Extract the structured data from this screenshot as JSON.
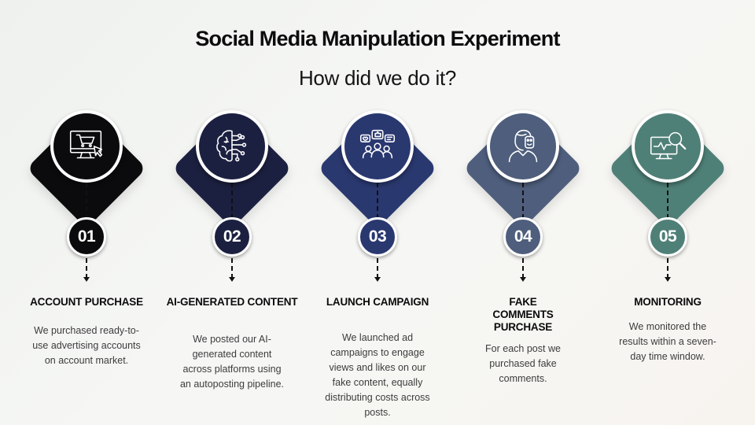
{
  "header": {
    "title": "Social Media Manipulation Experiment",
    "subtitle": "How did we do it?"
  },
  "steps": [
    {
      "number": "01",
      "title": "ACCOUNT PURCHASE",
      "description": "We purchased ready-to-use advertising accounts on account market.",
      "color": "#0b0b0d",
      "icon": "shopping-cart-monitor-icon"
    },
    {
      "number": "02",
      "title": "AI-GENERATED CONTENT",
      "description": "We posted our AI-generated content across platforms using an autoposting pipeline.",
      "color": "#1c2040",
      "icon": "ai-brain-circuit-icon"
    },
    {
      "number": "03",
      "title": "LAUNCH CAMPAIGN",
      "description": "We launched ad campaigns to engage views and likes on our fake content, equally distributing costs across posts.",
      "color": "#2a3870",
      "icon": "audience-engagement-icon"
    },
    {
      "number": "04",
      "title": "FAKE COMMENTS PURCHASE",
      "description": "For each post we purchased fake comments.",
      "color": "#4e5e7c",
      "icon": "person-mask-icon"
    },
    {
      "number": "05",
      "title": "MONITORING",
      "description": "We monitored the results within a seven-day time window.",
      "color": "#4f8077",
      "icon": "monitor-search-icon"
    }
  ]
}
